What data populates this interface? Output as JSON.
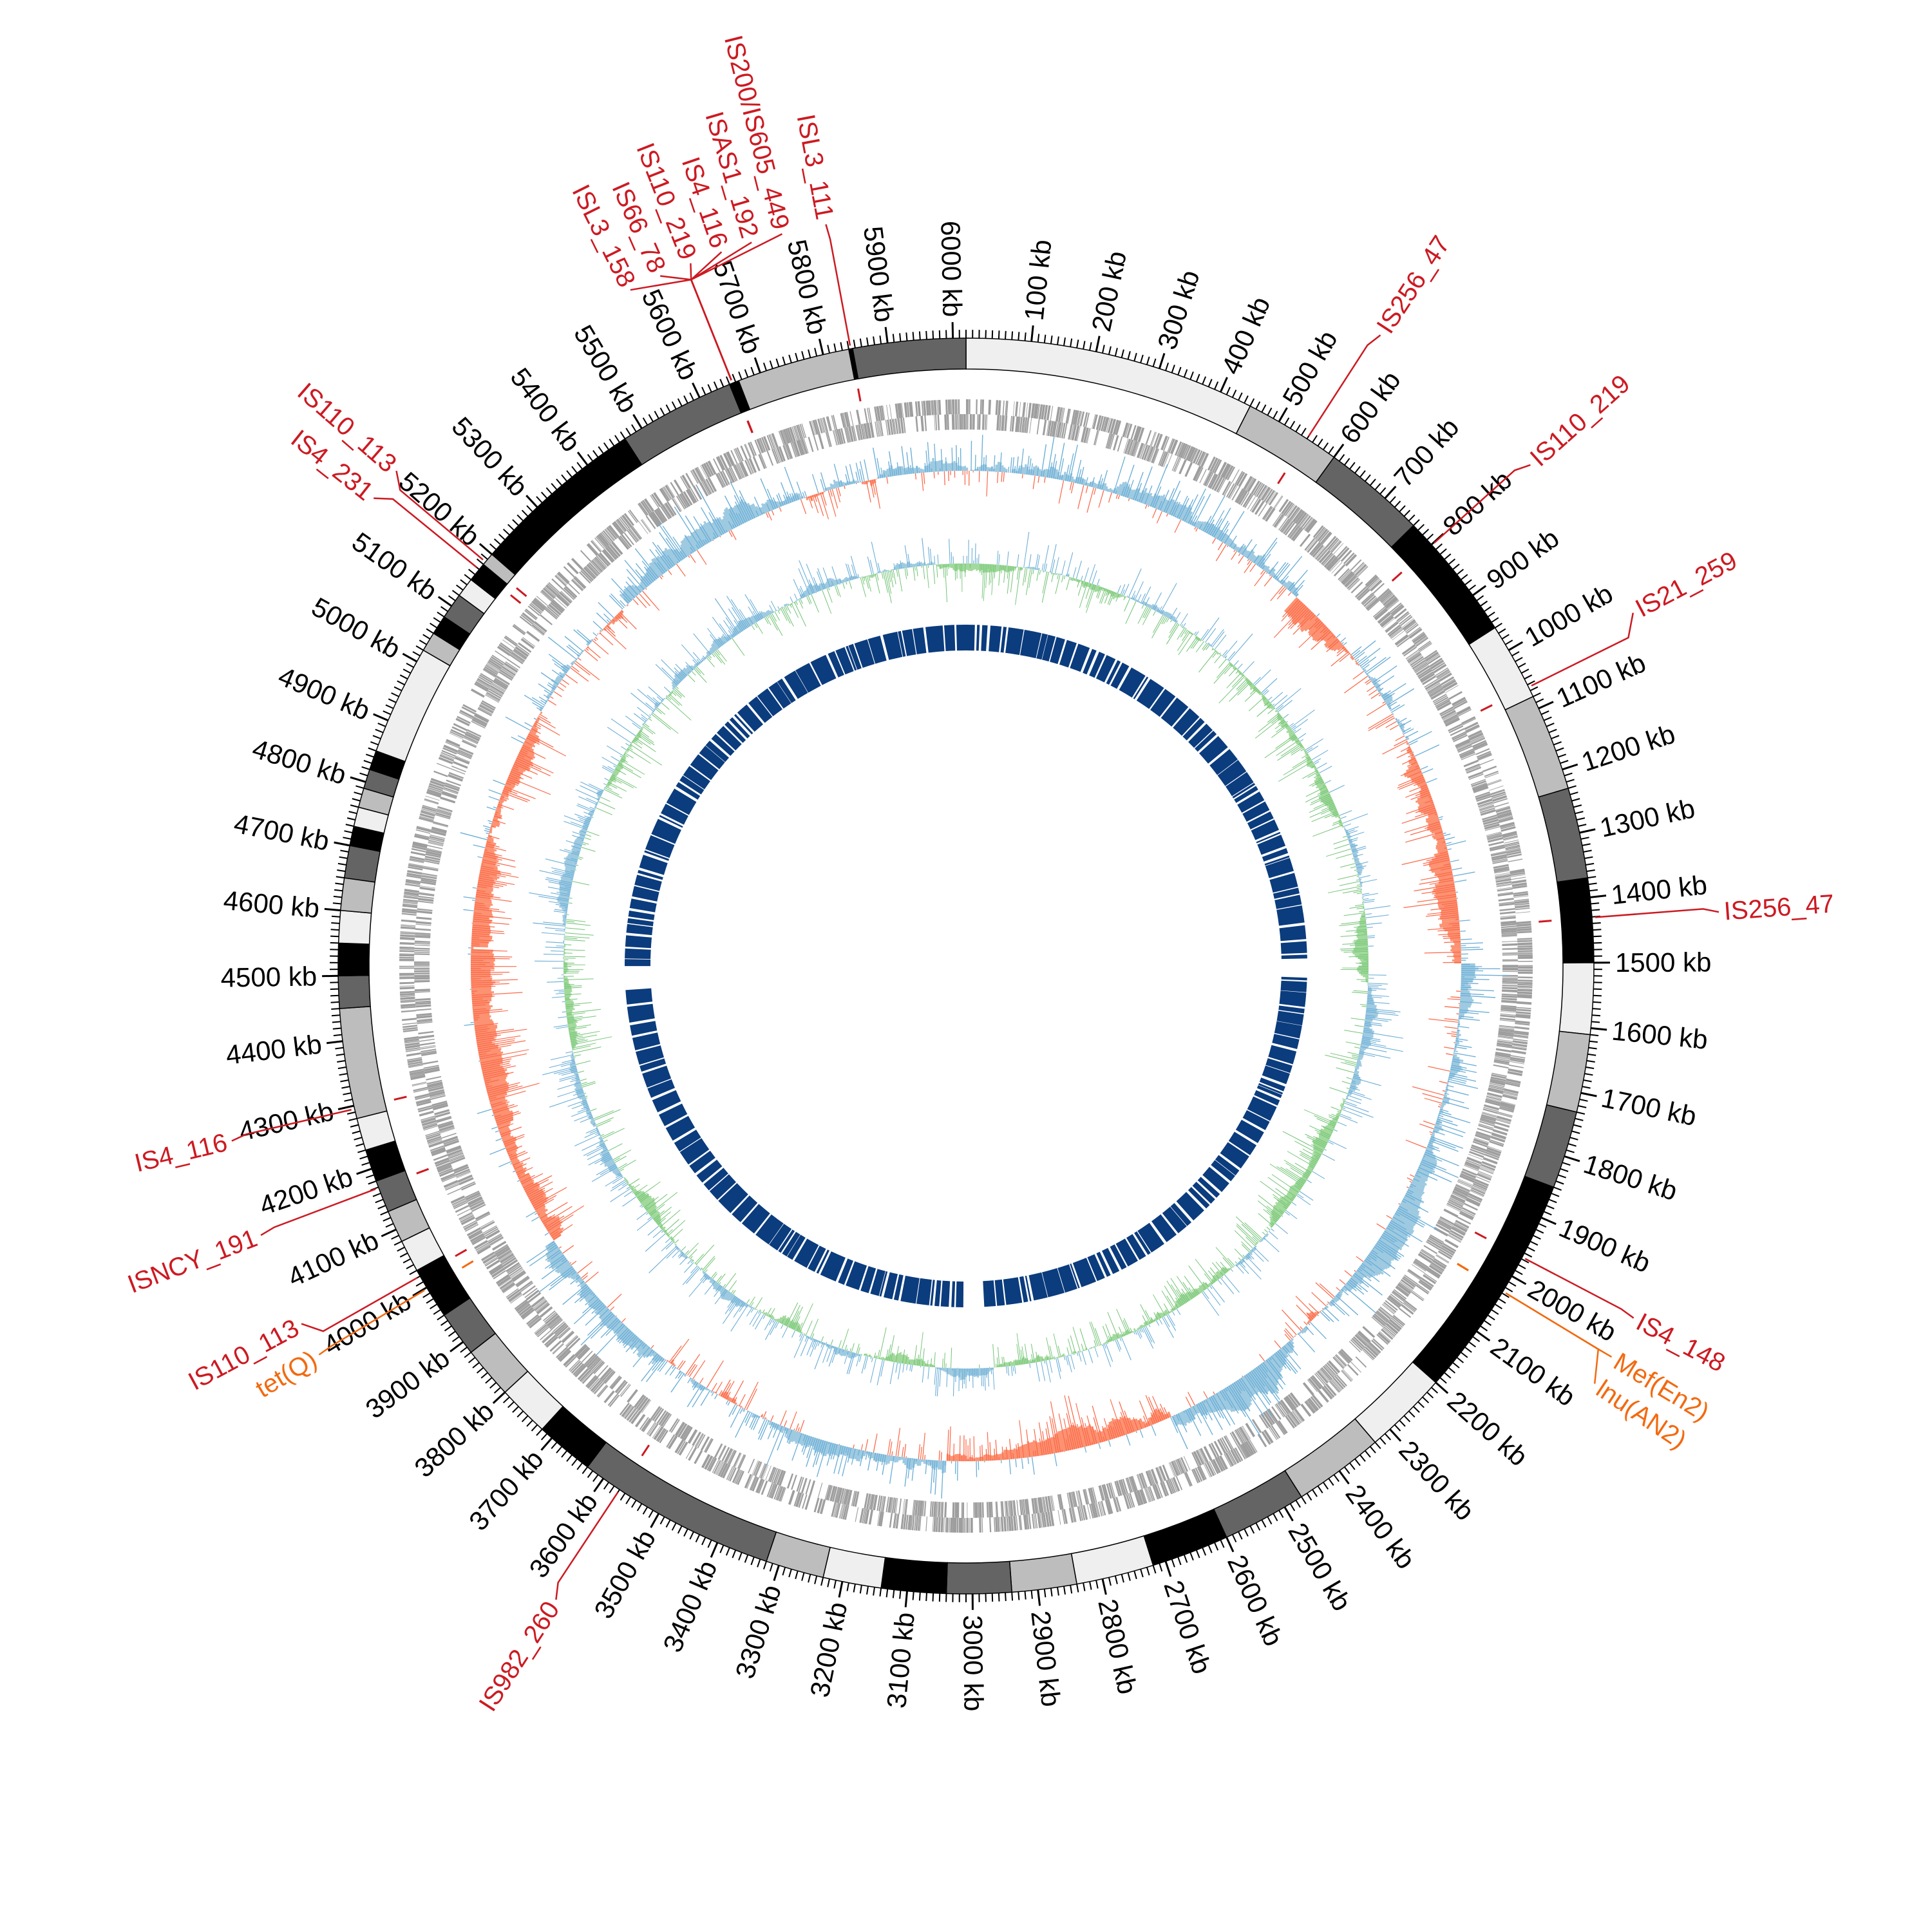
{
  "genome": {
    "total_kb": 6020,
    "unit": "kb"
  },
  "colors": {
    "band_light": "#efefef",
    "band_lightgray": "#bdbdbd",
    "band_dark": "#646464",
    "band_black": "#000000",
    "gene": "#9e9e9e",
    "skew_pos": "#6baed6",
    "skew_pos_fill": "#9ecae1",
    "skew_neg": "#fb6a4a",
    "skew_neg_fill": "#fc9272",
    "gc_pos": "#6baed6",
    "gc_pos_fill": "#9ecae1",
    "gc_neg": "#74c476",
    "gc_neg_fill": "#a1d99b",
    "blocks": "#0b3c7d",
    "is_element": "#cc1a22",
    "resistance_gene": "#f26a10"
  },
  "bands": [
    {
      "start": 0,
      "end": 450,
      "shade": "#efefef"
    },
    {
      "start": 450,
      "end": 600,
      "shade": "#bdbdbd"
    },
    {
      "start": 600,
      "end": 760,
      "shade": "#646464"
    },
    {
      "start": 760,
      "end": 960,
      "shade": "#000000"
    },
    {
      "start": 960,
      "end": 1080,
      "shade": "#efefef"
    },
    {
      "start": 1080,
      "end": 1230,
      "shade": "#bdbdbd"
    },
    {
      "start": 1230,
      "end": 1370,
      "shade": "#646464"
    },
    {
      "start": 1370,
      "end": 1500,
      "shade": "#000000"
    },
    {
      "start": 1500,
      "end": 1610,
      "shade": "#efefef"
    },
    {
      "start": 1610,
      "end": 1730,
      "shade": "#bdbdbd"
    },
    {
      "start": 1730,
      "end": 1850,
      "shade": "#646464"
    },
    {
      "start": 1850,
      "end": 2200,
      "shade": "#000000"
    },
    {
      "start": 2200,
      "end": 2330,
      "shade": "#efefef"
    },
    {
      "start": 2330,
      "end": 2470,
      "shade": "#bdbdbd"
    },
    {
      "start": 2470,
      "end": 2600,
      "shade": "#646464"
    },
    {
      "start": 2600,
      "end": 2720,
      "shade": "#000000"
    },
    {
      "start": 2720,
      "end": 2840,
      "shade": "#efefef"
    },
    {
      "start": 2840,
      "end": 2940,
      "shade": "#bdbdbd"
    },
    {
      "start": 2940,
      "end": 3040,
      "shade": "#646464"
    },
    {
      "start": 3040,
      "end": 3140,
      "shade": "#000000"
    },
    {
      "start": 3140,
      "end": 3230,
      "shade": "#efefef"
    },
    {
      "start": 3230,
      "end": 3320,
      "shade": "#bdbdbd"
    },
    {
      "start": 3320,
      "end": 3630,
      "shade": "#646464"
    },
    {
      "start": 3630,
      "end": 3720,
      "shade": "#000000"
    },
    {
      "start": 3720,
      "end": 3800,
      "shade": "#efefef"
    },
    {
      "start": 3800,
      "end": 3880,
      "shade": "#bdbdbd"
    },
    {
      "start": 3880,
      "end": 3950,
      "shade": "#646464"
    },
    {
      "start": 3950,
      "end": 4030,
      "shade": "#000000"
    },
    {
      "start": 4030,
      "end": 4080,
      "shade": "#efefef"
    },
    {
      "start": 4080,
      "end": 4130,
      "shade": "#bdbdbd"
    },
    {
      "start": 4130,
      "end": 4180,
      "shade": "#646464"
    },
    {
      "start": 4180,
      "end": 4230,
      "shade": "#000000"
    },
    {
      "start": 4230,
      "end": 4280,
      "shade": "#efefef"
    },
    {
      "start": 4280,
      "end": 4450,
      "shade": "#bdbdbd"
    },
    {
      "start": 4450,
      "end": 4500,
      "shade": "#646464"
    },
    {
      "start": 4500,
      "end": 4550,
      "shade": "#000000"
    },
    {
      "start": 4550,
      "end": 4600,
      "shade": "#efefef"
    },
    {
      "start": 4600,
      "end": 4650,
      "shade": "#bdbdbd"
    },
    {
      "start": 4650,
      "end": 4700,
      "shade": "#646464"
    },
    {
      "start": 4700,
      "end": 4730,
      "shade": "#000000"
    },
    {
      "start": 4730,
      "end": 4760,
      "shade": "#efefef"
    },
    {
      "start": 4760,
      "end": 4790,
      "shade": "#bdbdbd"
    },
    {
      "start": 4790,
      "end": 4820,
      "shade": "#646464"
    },
    {
      "start": 4820,
      "end": 4850,
      "shade": "#000000"
    },
    {
      "start": 4850,
      "end": 5020,
      "shade": "#efefef"
    },
    {
      "start": 5020,
      "end": 5050,
      "shade": "#bdbdbd"
    },
    {
      "start": 5050,
      "end": 5080,
      "shade": "#000000"
    },
    {
      "start": 5080,
      "end": 5120,
      "shade": "#646464"
    },
    {
      "start": 5120,
      "end": 5150,
      "shade": "#efefef"
    },
    {
      "start": 5150,
      "end": 5180,
      "shade": "#000000"
    },
    {
      "start": 5180,
      "end": 5200,
      "shade": "#bdbdbd"
    },
    {
      "start": 5200,
      "end": 5470,
      "shade": "#000000"
    },
    {
      "start": 5470,
      "end": 5650,
      "shade": "#646464"
    },
    {
      "start": 5650,
      "end": 5665,
      "shade": "#000000"
    },
    {
      "start": 5665,
      "end": 5840,
      "shade": "#bdbdbd"
    },
    {
      "start": 5840,
      "end": 5846,
      "shade": "#000000"
    },
    {
      "start": 5846,
      "end": 6020,
      "shade": "#646464"
    }
  ],
  "ticks": [
    {
      "kb": 100,
      "label": "100 kb"
    },
    {
      "kb": 200,
      "label": "200 kb"
    },
    {
      "kb": 300,
      "label": "300 kb"
    },
    {
      "kb": 400,
      "label": "400 kb"
    },
    {
      "kb": 500,
      "label": "500 kb"
    },
    {
      "kb": 600,
      "label": "600 kb"
    },
    {
      "kb": 700,
      "label": "700 kb"
    },
    {
      "kb": 800,
      "label": "800 kb"
    },
    {
      "kb": 900,
      "label": "900 kb"
    },
    {
      "kb": 1000,
      "label": "1000 kb"
    },
    {
      "kb": 1100,
      "label": "1100 kb"
    },
    {
      "kb": 1200,
      "label": "1200 kb"
    },
    {
      "kb": 1300,
      "label": "1300 kb"
    },
    {
      "kb": 1400,
      "label": "1400 kb"
    },
    {
      "kb": 1500,
      "label": "1500 kb"
    },
    {
      "kb": 1600,
      "label": "1600 kb"
    },
    {
      "kb": 1700,
      "label": "1700 kb"
    },
    {
      "kb": 1800,
      "label": "1800 kb"
    },
    {
      "kb": 1900,
      "label": "1900 kb"
    },
    {
      "kb": 2000,
      "label": "2000 kb"
    },
    {
      "kb": 2100,
      "label": "2100 kb"
    },
    {
      "kb": 2200,
      "label": "2200 kb"
    },
    {
      "kb": 2300,
      "label": "2300 kb"
    },
    {
      "kb": 2400,
      "label": "2400 kb"
    },
    {
      "kb": 2500,
      "label": "2500 kb"
    },
    {
      "kb": 2600,
      "label": "2600 kb"
    },
    {
      "kb": 2700,
      "label": "2700 kb"
    },
    {
      "kb": 2800,
      "label": "2800 kb"
    },
    {
      "kb": 2900,
      "label": "2900 kb"
    },
    {
      "kb": 3000,
      "label": "3000 kb"
    },
    {
      "kb": 3100,
      "label": "3100 kb"
    },
    {
      "kb": 3200,
      "label": "3200 kb"
    },
    {
      "kb": 3300,
      "label": "3300 kb"
    },
    {
      "kb": 3400,
      "label": "3400 kb"
    },
    {
      "kb": 3500,
      "label": "3500 kb"
    },
    {
      "kb": 3600,
      "label": "3600 kb"
    },
    {
      "kb": 3700,
      "label": "3700 kb"
    },
    {
      "kb": 3800,
      "label": "3800 kb"
    },
    {
      "kb": 3900,
      "label": "3900 kb"
    },
    {
      "kb": 4000,
      "label": "4000 kb"
    },
    {
      "kb": 4100,
      "label": "4100 kb"
    },
    {
      "kb": 4200,
      "label": "4200 kb"
    },
    {
      "kb": 4300,
      "label": "4300 kb"
    },
    {
      "kb": 4400,
      "label": "4400 kb"
    },
    {
      "kb": 4500,
      "label": "4500 kb"
    },
    {
      "kb": 4600,
      "label": "4600 kb"
    },
    {
      "kb": 4700,
      "label": "4700 kb"
    },
    {
      "kb": 4800,
      "label": "4800 kb"
    },
    {
      "kb": 4900,
      "label": "4900 kb"
    },
    {
      "kb": 5000,
      "label": "5000 kb"
    },
    {
      "kb": 5100,
      "label": "5100 kb"
    },
    {
      "kb": 5200,
      "label": "5200 kb"
    },
    {
      "kb": 5300,
      "label": "5300 kb"
    },
    {
      "kb": 5400,
      "label": "5400 kb"
    },
    {
      "kb": 5500,
      "label": "5500 kb"
    },
    {
      "kb": 5600,
      "label": "5600 kb"
    },
    {
      "kb": 5700,
      "label": "5700 kb"
    },
    {
      "kb": 5800,
      "label": "5800 kb"
    },
    {
      "kb": 5900,
      "label": "5900 kb"
    },
    {
      "kb": 6000,
      "label": "6000 kb"
    }
  ],
  "annotations": [
    {
      "name": "IS256_47",
      "kb": 550,
      "type": "is_element"
    },
    {
      "name": "IS110_219",
      "kb": 801,
      "type": "is_element"
    },
    {
      "name": "IS21_259",
      "kb": 1064,
      "type": "is_element"
    },
    {
      "name": "IS256_47",
      "kb": 1431,
      "type": "is_element"
    },
    {
      "name": "IS4_148",
      "kb": 1967,
      "type": "is_element"
    },
    {
      "name": "Mef(En2)",
      "kb": 2027,
      "type": "resistance_gene"
    },
    {
      "name": "lnu(AN2)",
      "kb": 2027,
      "type": "resistance_gene"
    },
    {
      "name": "IS982_260",
      "kb": 3570,
      "type": "is_element"
    },
    {
      "name": "tet(Q)",
      "kb": 3998,
      "type": "resistance_gene"
    },
    {
      "name": "IS110_113",
      "kb": 4020,
      "type": "is_element"
    },
    {
      "name": "ISNCY_191",
      "kb": 4169,
      "type": "is_element"
    },
    {
      "name": "IS4_116",
      "kb": 4295,
      "type": "is_element"
    },
    {
      "name": "IS4_231",
      "kb": 5170,
      "type": "is_element"
    },
    {
      "name": "IS110_113",
      "kb": 5185,
      "type": "is_element"
    },
    {
      "name": "ISL3_158",
      "kb": 5655,
      "type": "is_element"
    },
    {
      "name": "IS66_78",
      "kb": 5655,
      "type": "is_element"
    },
    {
      "name": "IS110_219",
      "kb": 5655,
      "type": "is_element"
    },
    {
      "name": "IS4_116",
      "kb": 5655,
      "type": "is_element"
    },
    {
      "name": "ISAS1_192",
      "kb": 5655,
      "type": "is_element"
    },
    {
      "name": "IS200/IS605_449",
      "kb": 5655,
      "type": "is_element"
    },
    {
      "name": "ISL3_111",
      "kb": 5843,
      "type": "is_element"
    }
  ]
}
